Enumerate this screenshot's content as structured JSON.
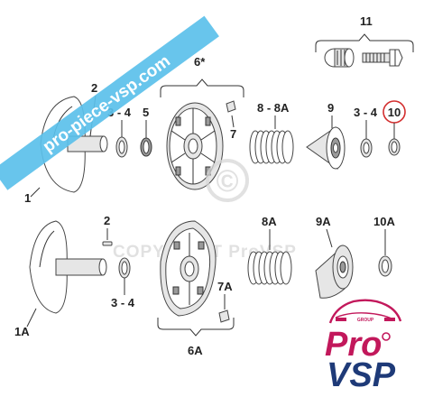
{
  "labels": {
    "l1": "1",
    "l1a": "1A",
    "l2_top": "2",
    "l2_bottom": "2",
    "l3_4_a": "3 - 4",
    "l3_4_b": "3 - 4",
    "l3_4_c": "3 - 4",
    "l5": "5",
    "l6": "6*",
    "l6a": "6A",
    "l7": "7",
    "l7a": "7A",
    "l8": "8 - 8A",
    "l8a": "8A",
    "l9": "9",
    "l9a": "9A",
    "l10": "10",
    "l10a": "10A",
    "l11": "11"
  },
  "banner": {
    "text": "pro-piece-vsp.com"
  },
  "watermark": {
    "copyright_symbol": "©",
    "text": "COPYRIGHT ProVSP"
  },
  "logo": {
    "line1": "Pro",
    "line2": "VSP",
    "group": "GROUP"
  },
  "colors": {
    "banner": "#5bc0ea",
    "highlight_circle": "#d32f2f",
    "logo_pink": "#c2185b",
    "logo_blue": "#1e3a78"
  }
}
